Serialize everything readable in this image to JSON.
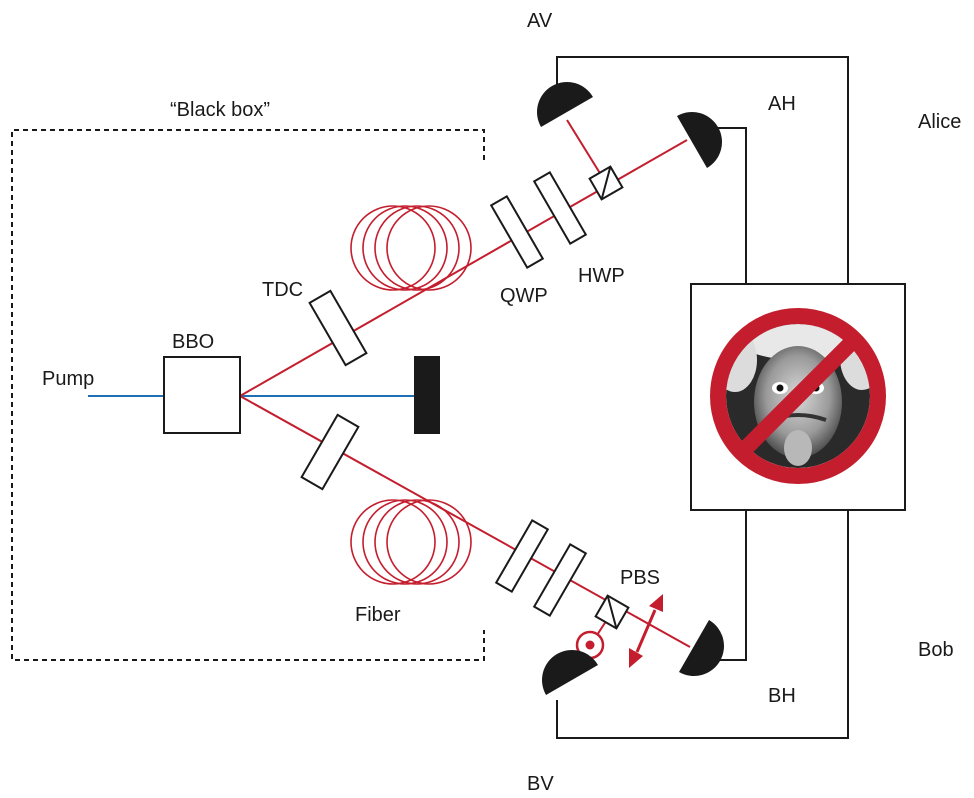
{
  "labels": {
    "black_box": "“Black box”",
    "pump": "Pump",
    "bbo": "BBO",
    "tdc": "TDC",
    "qwp": "QWP",
    "hwp": "HWP",
    "pbs": "PBS",
    "fiber": "Fiber",
    "av": "AV",
    "ah": "AH",
    "bv": "BV",
    "bh": "BH",
    "alice": "Alice",
    "bob": "Bob"
  },
  "colors": {
    "entangled_beam": "#c41e2e",
    "pump_beam": "#1f6fb5",
    "outline": "#1a1a1a",
    "no_symbol": "#c41e2e"
  },
  "icons": {
    "center_image": "einstein-portrait-icon",
    "prohibition": "no-sign-icon"
  }
}
